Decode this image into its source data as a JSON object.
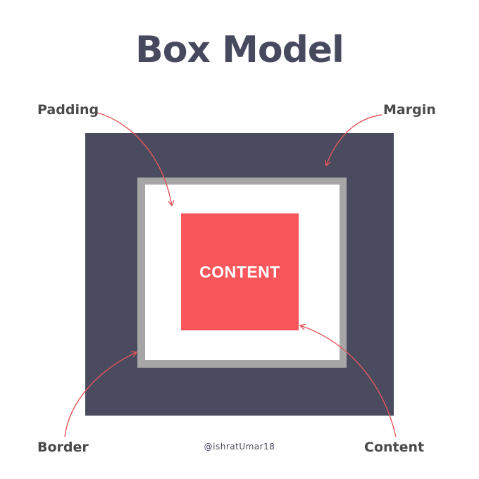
{
  "title": "Box Model",
  "labels": {
    "padding": "Padding",
    "margin": "Margin",
    "border": "Border",
    "content": "Content"
  },
  "content_box_text": "CONTENT",
  "watermark": "@ishratUmar18",
  "colors": {
    "title": "#474a5f",
    "margin_area": "#4a4b5f",
    "border_area": "#a6a6a6",
    "padding_area": "#ffffff",
    "content_area": "#f8565b",
    "arrow": "#e2555b",
    "label_text": "#4a4a4a"
  }
}
